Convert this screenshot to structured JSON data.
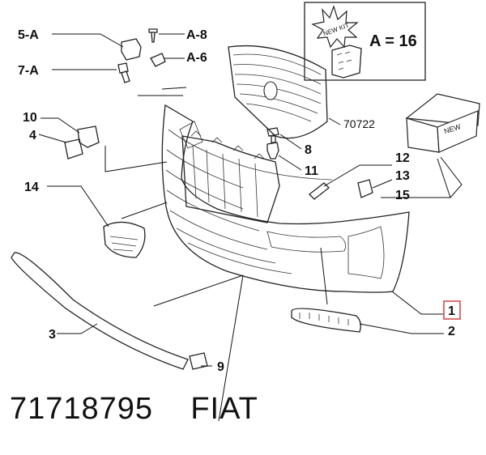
{
  "labels": {
    "l5a": "5-A",
    "l7a": "7-A",
    "la8": "A-8",
    "la6": "A-6",
    "l10": "10",
    "l4": "4",
    "l14": "14",
    "l3": "3",
    "l9": "9",
    "l8": "8",
    "l11": "11",
    "l12": "12",
    "l13": "13",
    "l15": "15",
    "l1": "1",
    "l2": "2",
    "l70722": "70722"
  },
  "kit_box": {
    "badge": "NEW KIT",
    "text": "A = 16"
  },
  "crate_badge": "NEW",
  "footer": {
    "part_number": "71718795",
    "brand": "FIAT"
  },
  "colors": {
    "line": "#222222",
    "highlight_box": "#d04040",
    "background": "#ffffff"
  }
}
